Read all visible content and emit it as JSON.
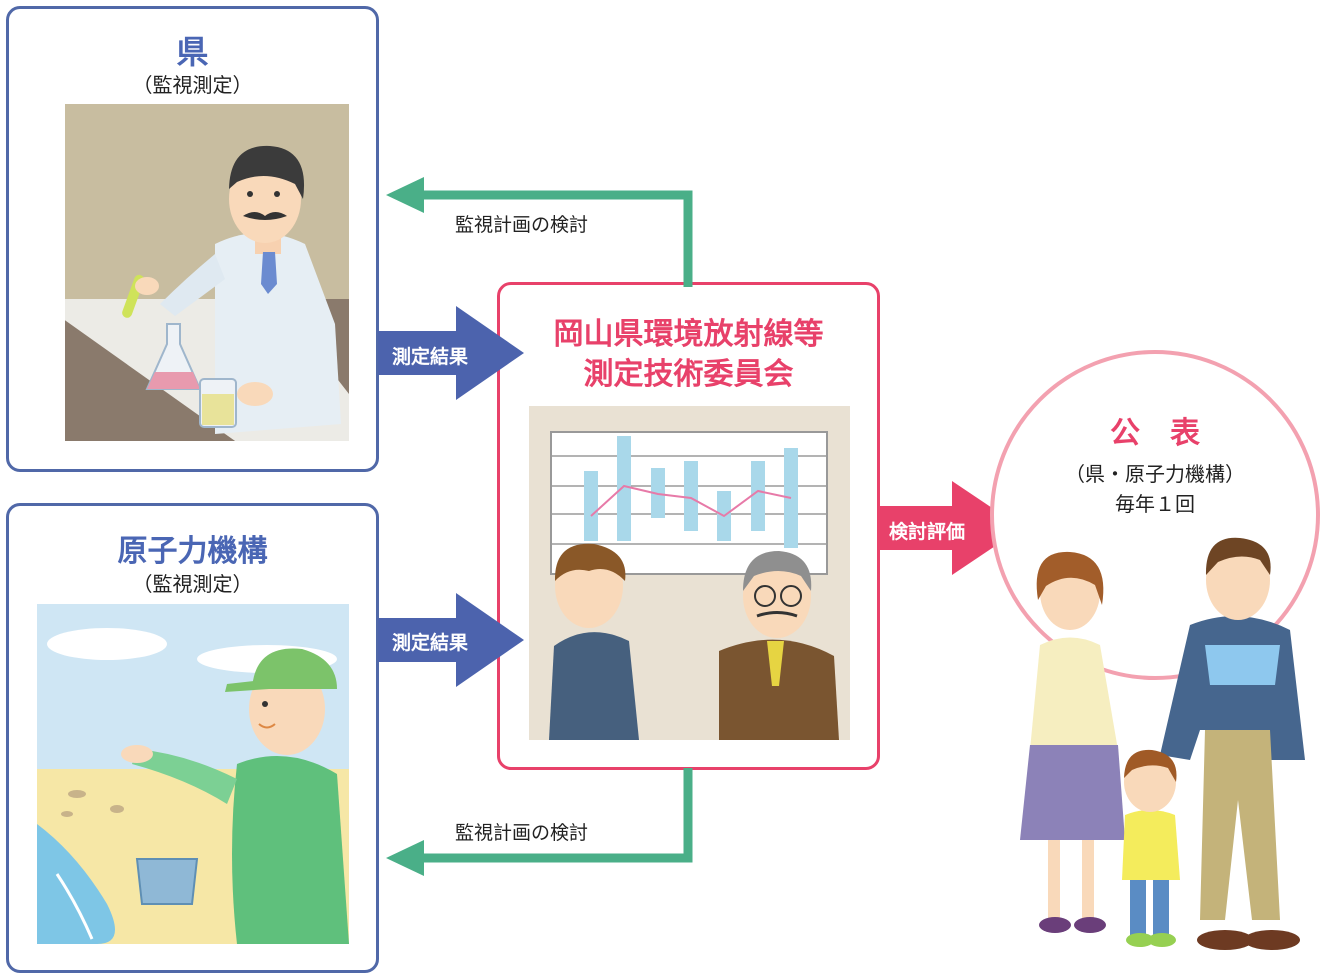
{
  "prefecture": {
    "title": "県",
    "subtitle": "（監視測定）"
  },
  "agency": {
    "title": "原子力機構",
    "subtitle": "（監視測定）"
  },
  "committee": {
    "title_line1": "岡山県環境放射線等",
    "title_line2": "測定技術委員会"
  },
  "publication": {
    "title": "公　表",
    "line1": "（県・原子力機構）",
    "line2": "毎年１回"
  },
  "arrows": {
    "top_feedback": "監視計画の検討",
    "bottom_feedback": "監視計画の検討",
    "result_from_prefecture": "測定結果",
    "result_from_agency": "測定結果",
    "evaluation": "検討評価"
  },
  "colors": {
    "box_border": "#5068a8",
    "title_blue": "#4a66b4",
    "committee_red": "#e8416a",
    "feedback_green": "#4aaf88",
    "result_blue": "#4c63ad",
    "evaluation_pink": "#e8416a",
    "publication_circle": "#f3a1b0"
  },
  "icons": {
    "prefecture_scene": "scientist-lab-illustration",
    "agency_scene": "field-worker-beach-illustration",
    "committee_scene": "meeting-chart-illustration",
    "family": "family-illustration"
  }
}
